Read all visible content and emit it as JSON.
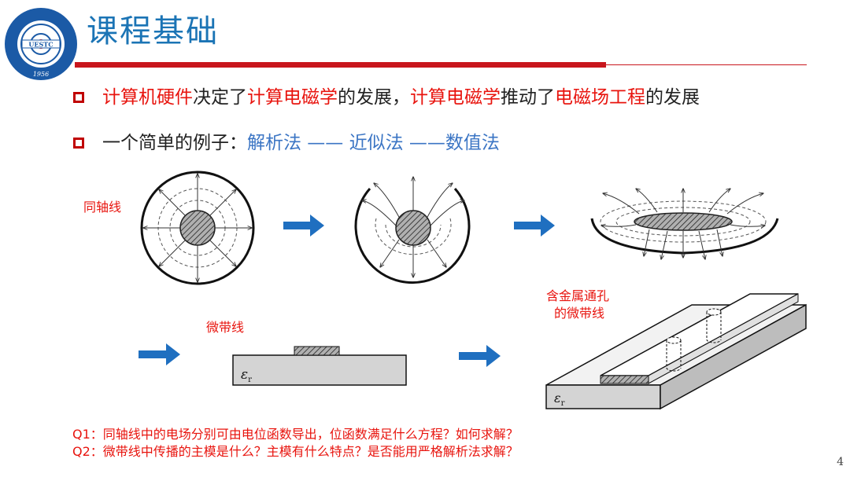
{
  "logo": {
    "year": "1956",
    "abbr": "UESTC"
  },
  "title": "课程基础",
  "bullets": [
    {
      "parts": [
        {
          "text": "计算机硬件",
          "color": "red"
        },
        {
          "text": "决定了",
          "color": "black"
        },
        {
          "text": "计算电磁学",
          "color": "red"
        },
        {
          "text": "的发展，",
          "color": "black"
        },
        {
          "text": "计算电磁学",
          "color": "red"
        },
        {
          "text": "推动了",
          "color": "black"
        },
        {
          "text": "电磁场工程",
          "color": "red"
        },
        {
          "text": "的发展",
          "color": "black"
        }
      ]
    },
    {
      "parts": [
        {
          "text": "一个简单的例子：",
          "color": "black"
        },
        {
          "text": "解析法 —— 近似法 ——数值法",
          "color": "blue"
        }
      ]
    }
  ],
  "labels": {
    "coax": "同轴线",
    "microstrip": "微带线",
    "via_line1": "含金属通孔",
    "via_line2": "的微带线",
    "eps": "ε",
    "eps_sub": "r"
  },
  "questions": [
    "Q1：同轴线中的电场分别可由电位函数导出，位函数满足什么方程？如何求解？",
    "Q2：微带线中传播的主模是什么？主模有什么特点？是否能用严格解析法求解？"
  ],
  "page_number": "4",
  "colors": {
    "title_blue": "#1b74b5",
    "accent_red": "#e8140e",
    "rule_red": "#c8161d",
    "arrow_blue": "#1f6fc0",
    "text_blue": "#3b75c4"
  }
}
